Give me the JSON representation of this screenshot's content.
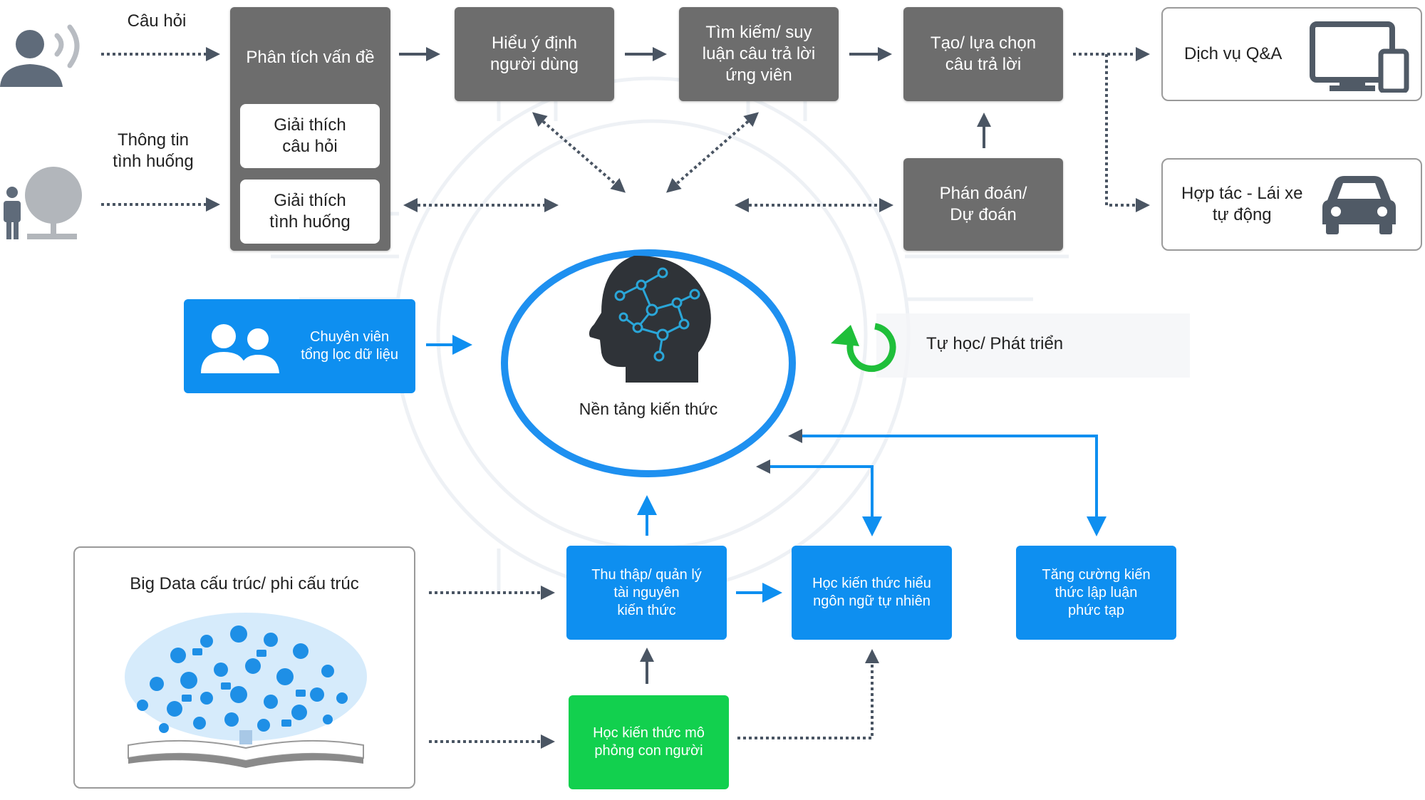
{
  "inputs": {
    "question": "Câu hỏi",
    "situation": "Thông tin\ntình huống"
  },
  "analysis": {
    "title": "Phân tích vấn đề",
    "explain_question": "Giải thích\ncâu hỏi",
    "explain_situation": "Giải thích\ntình huống"
  },
  "pipeline": {
    "intent": "Hiểu ý định\nngười dùng",
    "search": "Tìm kiếm/ suy\nluận câu trả lời\nứng viên",
    "create": "Tạo/ lựa chọn\ncâu trả lời",
    "predict": "Phán đoán/\nDự đoán"
  },
  "outputs": {
    "qa": "Dịch vụ Q&A",
    "car": "Hợp tác - Lái xe\ntự động"
  },
  "core": {
    "label": "Nền tảng kiến thức",
    "self_learn": "Tự học/ Phát triển",
    "experts": "Chuyên viên\ntổng lọc dữ liệu"
  },
  "bottom": {
    "big_data": "Big Data cấu trúc/ phi cấu trúc",
    "collect": "Thu thập/ quản lý\ntài nguyên\nkiến thức",
    "nlp": "Học kiến thức hiểu\nngôn ngữ tự nhiên",
    "reasoning": "Tăng cường kiến\nthức lập luận\nphức tạp",
    "human": "Học kiến thức mô\nphỏng con người"
  },
  "colors": {
    "gray_box": "#6d6d6d",
    "blue": "#0e8ff0",
    "green": "#12d04e",
    "arrow_dark": "#4a5563",
    "ring": "#1e90f0"
  },
  "icons": [
    "speaker-person-icon",
    "person-tree-icon",
    "monitor-devices-icon",
    "car-icon",
    "users-icon",
    "brain-head-icon",
    "refresh-icon",
    "book-cloud-icon"
  ]
}
